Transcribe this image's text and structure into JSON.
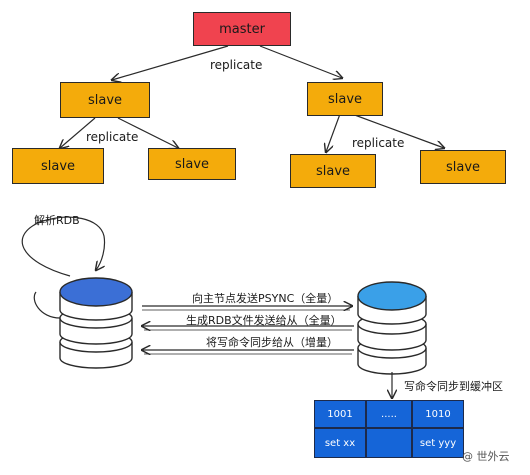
{
  "tree": {
    "master": "master",
    "replicate_label": "replicate",
    "slave_label": "slave"
  },
  "sync": {
    "parse_rdb": "解析RDB",
    "msg_psync": "向主节点发送PSYNC（全量）",
    "msg_rdb": "生成RDB文件发送给从（全量）",
    "msg_cmd": "将写命令同步给从（增量）",
    "buffer_caption": "写命令同步到缓冲区"
  },
  "buffer": {
    "cells_row1": [
      "1001",
      ".....",
      "1010"
    ],
    "cells_row2": [
      "set xx",
      "",
      "set yyy"
    ]
  },
  "watermark": "@ 世外云",
  "colors": {
    "master": "#f0434f",
    "slave": "#f4ab0b",
    "db_left_top": "#3b6fd6",
    "db_right_top": "#3aa0e8",
    "buffer": "#1565d8"
  }
}
